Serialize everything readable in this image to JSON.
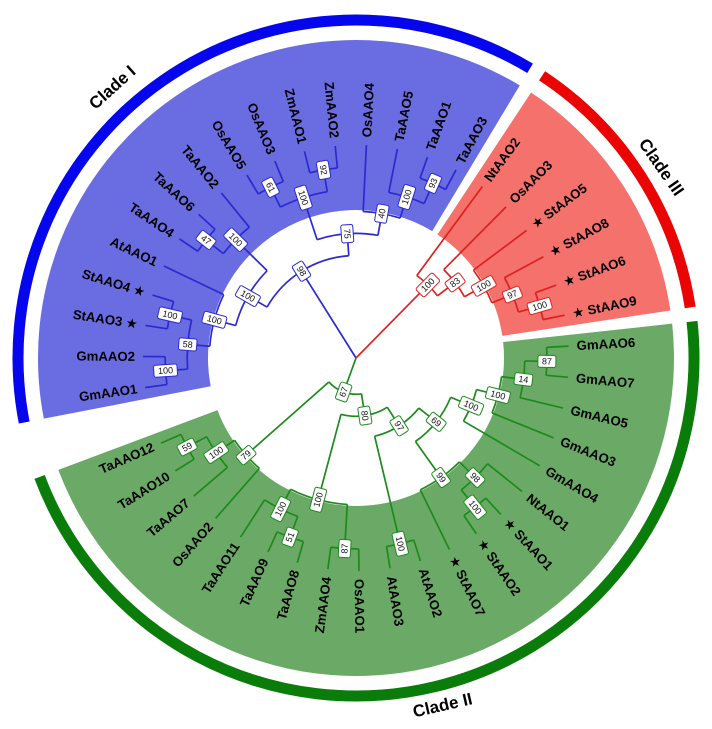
{
  "figure": {
    "background": "#ffffff",
    "star_marker": "★",
    "clades": [
      {
        "key": "cladeI",
        "label": "Clade I",
        "sector_color": "#6a6ce2",
        "band_color": "#0505ee",
        "branch_color": "#2a2ad0"
      },
      {
        "key": "cladeIII",
        "label": "Clade III",
        "sector_color": "#f4716c",
        "band_color": "#ea0404",
        "branch_color": "#e02020"
      },
      {
        "key": "cladeII",
        "label": "Clade II",
        "sector_color": "#6baa66",
        "band_color": "#0a7c0a",
        "branch_color": "#1d8a1d"
      }
    ]
  },
  "chart_data": {
    "type": "circular-phylogenetic-tree",
    "note": "bs = bootstrap support value shown in boxed label at node; star = black star marker at inner end of leaf label",
    "tree": {
      "children": [
        {
          "clade": "cladeI",
          "bs": 98,
          "children": [
            {
              "bs": 100,
              "children": [
                {
                  "bs": 100,
                  "children": [
                    {
                      "bs": 58,
                      "children": [
                        {
                          "bs": 100,
                          "children": [
                            {
                              "name": "GmAAO1"
                            },
                            {
                              "name": "GmAAO2"
                            }
                          ]
                        },
                        {
                          "bs": 100,
                          "children": [
                            {
                              "name": "StAAO3",
                              "star": true
                            },
                            {
                              "name": "StAAO4",
                              "star": true
                            }
                          ]
                        }
                      ]
                    },
                    {
                      "name": "AtAAO1"
                    }
                  ]
                },
                {
                  "bs": 100,
                  "children": [
                    {
                      "bs": 47,
                      "children": [
                        {
                          "name": "TaAAO4"
                        },
                        {
                          "name": "TaAAO6"
                        }
                      ]
                    },
                    {
                      "name": "TaAAO2"
                    }
                  ]
                }
              ]
            },
            {
              "bs": 75,
              "children": [
                {
                  "bs": 100,
                  "children": [
                    {
                      "bs": 61,
                      "children": [
                        {
                          "name": "OsAAO5"
                        },
                        {
                          "name": "OsAAO3"
                        }
                      ]
                    },
                    {
                      "bs": 92,
                      "children": [
                        {
                          "name": "ZmAAO1"
                        },
                        {
                          "name": "ZmAAO2"
                        }
                      ]
                    }
                  ]
                },
                {
                  "bs": 40,
                  "children": [
                    {
                      "name": "OsAAO4"
                    },
                    {
                      "bs": 100,
                      "children": [
                        {
                          "name": "TaAAO5"
                        },
                        {
                          "bs": 93,
                          "children": [
                            {
                              "name": "TaAAO1"
                            },
                            {
                              "name": "TaAAO3"
                            }
                          ]
                        }
                      ]
                    }
                  ]
                }
              ]
            }
          ]
        },
        {
          "clade": "cladeIII",
          "bs": 100,
          "children": [
            {
              "name": "NtAAO2"
            },
            {
              "bs": 83,
              "children": [
                {
                  "name": "OsAAO3"
                },
                {
                  "bs": 100,
                  "children": [
                    {
                      "name": "StAAO5",
                      "star": true
                    },
                    {
                      "bs": 97,
                      "children": [
                        {
                          "name": "StAAO8",
                          "star": true
                        },
                        {
                          "bs": 100,
                          "children": [
                            {
                              "name": "StAAO6",
                              "star": true
                            },
                            {
                              "name": "StAAO9",
                              "star": true
                            }
                          ]
                        }
                      ]
                    }
                  ]
                }
              ]
            }
          ]
        },
        {
          "clade": "cladeII",
          "bs": 67,
          "children": [
            {
              "bs": 80,
              "children": [
                {
                  "bs": 97,
                  "children": [
                    {
                      "bs": 69,
                      "children": [
                        {
                          "bs": 100,
                          "children": [
                            {
                              "bs": 100,
                              "children": [
                                {
                                  "bs": 14,
                                  "children": [
                                    {
                                      "bs": 87,
                                      "children": [
                                        {
                                          "name": "GmAAO6"
                                        },
                                        {
                                          "name": "GmAAO7"
                                        }
                                      ]
                                    },
                                    {
                                      "name": "GmAAO5"
                                    }
                                  ]
                                },
                                {
                                  "name": "GmAAO3"
                                }
                              ]
                            },
                            {
                              "name": "GmAAO4"
                            }
                          ]
                        },
                        {
                          "bs": 99,
                          "children": [
                            {
                              "bs": 98,
                              "children": [
                                {
                                  "name": "NtAAO1"
                                },
                                {
                                  "bs": 100,
                                  "children": [
                                    {
                                      "name": "StAAO1",
                                      "star": true
                                    },
                                    {
                                      "name": "StAAO2",
                                      "star": true
                                    }
                                  ]
                                }
                              ]
                            },
                            {
                              "name": "StAAO7",
                              "star": true
                            }
                          ]
                        }
                      ]
                    },
                    {
                      "bs": 100,
                      "children": [
                        {
                          "name": "AtAAO2"
                        },
                        {
                          "name": "AtAAO3"
                        }
                      ]
                    }
                  ]
                },
                {
                  "bs": 100,
                  "children": [
                    {
                      "bs": 87,
                      "children": [
                        {
                          "name": "OsAAO1"
                        },
                        {
                          "name": "ZmAAO4"
                        }
                      ]
                    },
                    {
                      "bs": 100,
                      "children": [
                        {
                          "bs": 51,
                          "children": [
                            {
                              "name": "TaAAO8"
                            },
                            {
                              "name": "TaAAO9"
                            }
                          ]
                        },
                        {
                          "name": "TaAAO11"
                        }
                      ]
                    }
                  ]
                }
              ]
            },
            {
              "bs": 79,
              "children": [
                {
                  "name": "OsAAO2"
                },
                {
                  "bs": 100,
                  "children": [
                    {
                      "name": "TaAAO7"
                    },
                    {
                      "bs": 59,
                      "children": [
                        {
                          "name": "TaAAO10"
                        },
                        {
                          "name": "TaAAO12"
                        }
                      ]
                    }
                  ]
                }
              ]
            }
          ]
        }
      ]
    }
  }
}
